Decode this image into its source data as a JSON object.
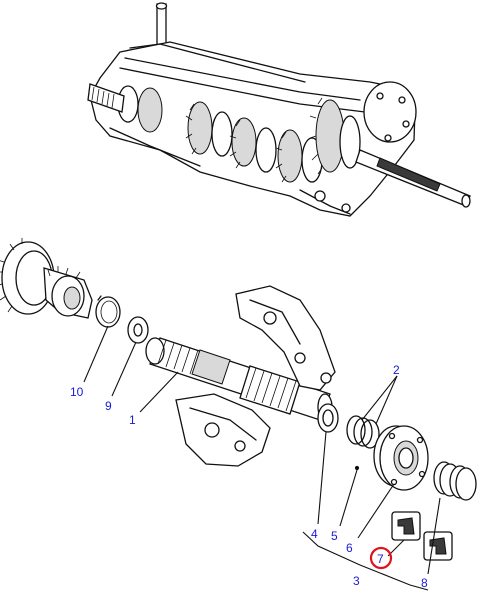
{
  "callouts": {
    "c1": "1",
    "c2": "2",
    "c3": "3",
    "c4": "4",
    "c5": "5",
    "c6": "6",
    "c7": "7",
    "c8": "8",
    "c9": "9",
    "c10": "10"
  },
  "colors": {
    "callout_text": "#1a1ad6",
    "highlight_ring": "#e0121b",
    "line": "#111111"
  },
  "highlighted_part": "7"
}
